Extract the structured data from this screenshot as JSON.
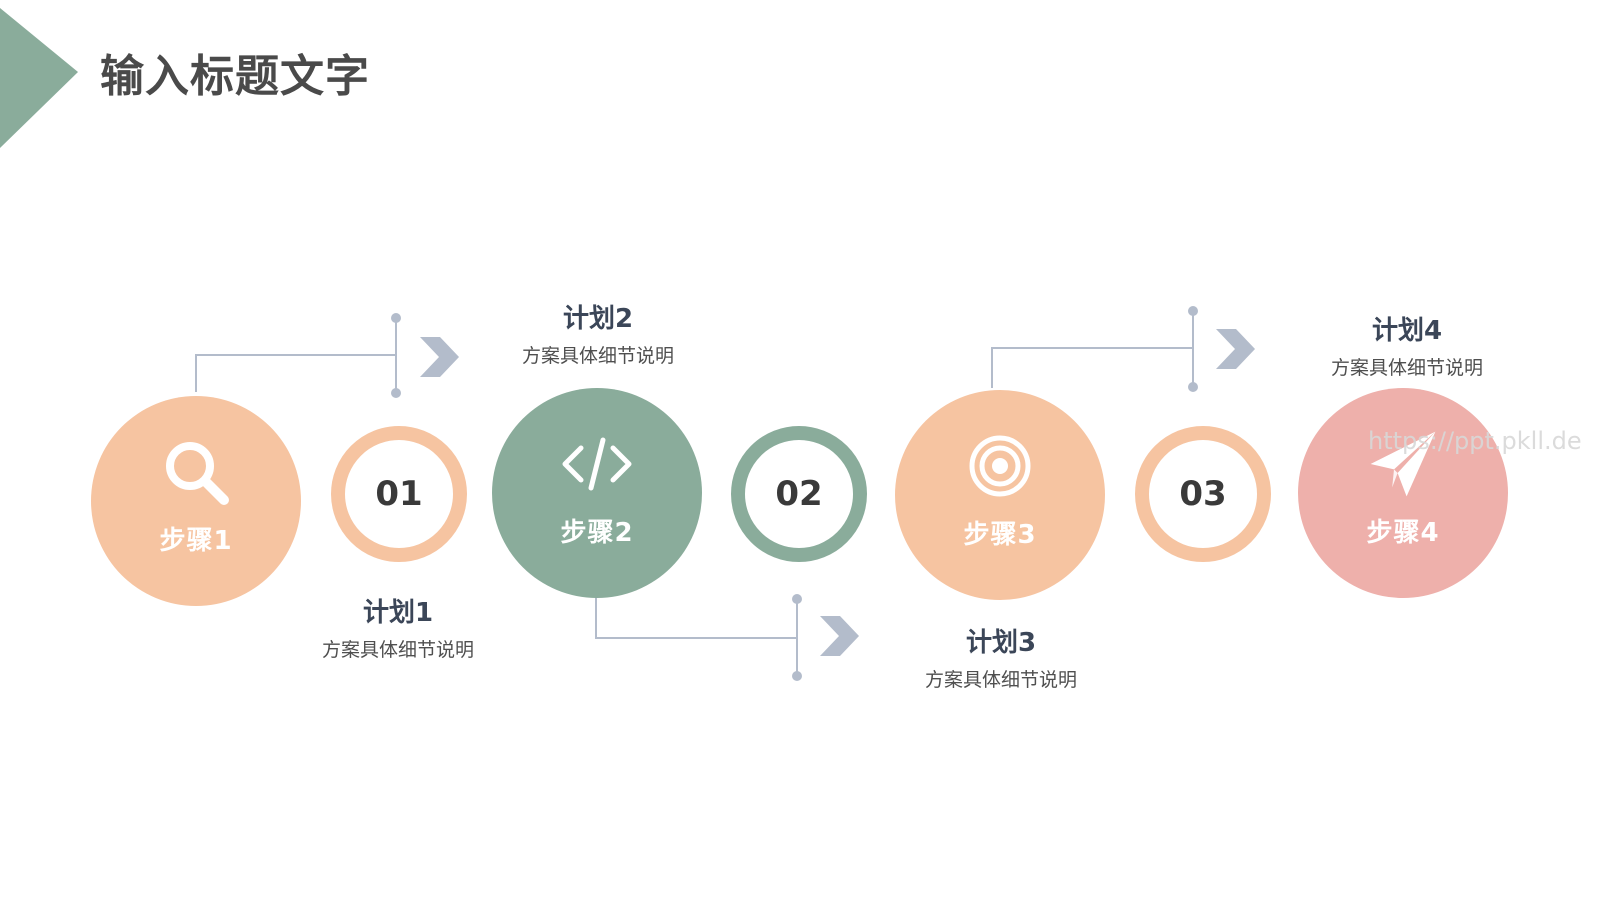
{
  "title": "输入标题文字",
  "colors": {
    "accent_green": "#8aac9b",
    "accent_peach": "#f6c4a1",
    "accent_pink": "#eeb0ab",
    "connector": "#b3bccb"
  },
  "steps": [
    {
      "label": "步骤1",
      "icon": "search-icon",
      "color": "#f6c4a1"
    },
    {
      "label": "步骤2",
      "icon": "code-icon",
      "color": "#8aac9b"
    },
    {
      "label": "步骤3",
      "icon": "target-icon",
      "color": "#f6c4a1"
    },
    {
      "label": "步骤4",
      "icon": "paper-plane-icon",
      "color": "#eeb0ab"
    }
  ],
  "numbers": [
    {
      "text": "01",
      "color": "#f6c4a1"
    },
    {
      "text": "02",
      "color": "#8aac9b"
    },
    {
      "text": "03",
      "color": "#f6c4a1"
    }
  ],
  "plans": [
    {
      "title": "计划1",
      "desc": "方案具体细节说明"
    },
    {
      "title": "计划2",
      "desc": "方案具体细节说明"
    },
    {
      "title": "计划3",
      "desc": "方案具体细节说明"
    },
    {
      "title": "计划4",
      "desc": "方案具体细节说明"
    }
  ],
  "watermark": "https://ppt.pkll.de"
}
